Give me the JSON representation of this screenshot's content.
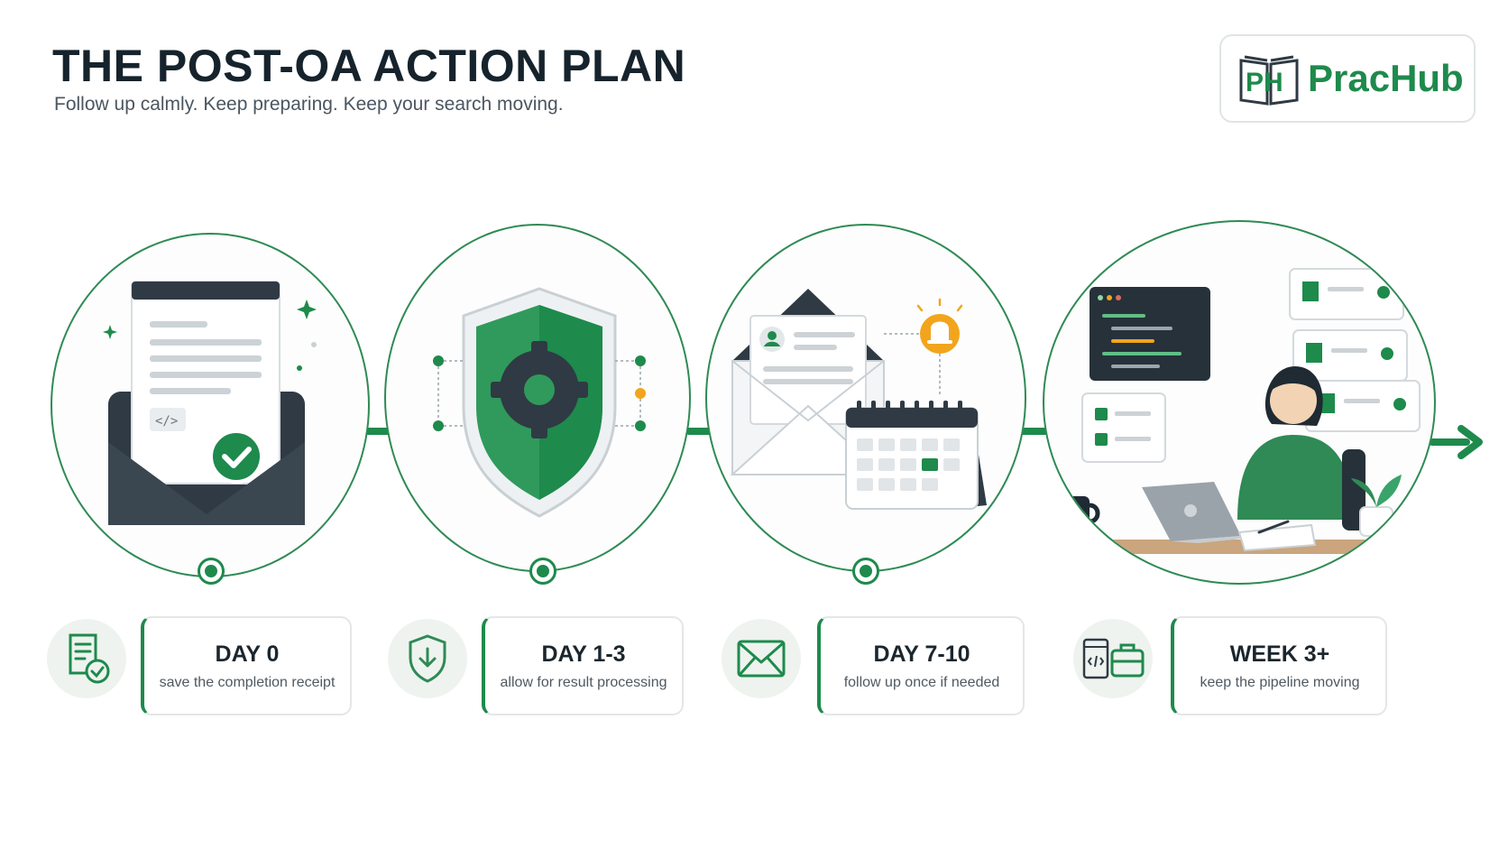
{
  "header": {
    "title": "THE POST-OA ACTION PLAN",
    "subtitle": "Follow up calmly. Keep preparing. Keep your search moving."
  },
  "logo": {
    "text": "PracHub",
    "mark": "PH"
  },
  "colors": {
    "accent": "#1e8a4c",
    "dark": "#2f3a44",
    "alert": "#f2a51c"
  },
  "steps": [
    {
      "title": "DAY 0",
      "description": "save the completion receipt",
      "icon": "receipt-check-icon",
      "illustration": "document-envelope-check"
    },
    {
      "title": "DAY 1-3",
      "description": "allow for result processing",
      "icon": "shield-download-icon",
      "illustration": "shield-gear"
    },
    {
      "title": "DAY 7-10",
      "description": "follow up once if needed",
      "icon": "mail-icon",
      "illustration": "envelope-calendar-bell"
    },
    {
      "title": "WEEK 3+",
      "description": "keep the pipeline moving",
      "icon": "code-briefcase-icon",
      "illustration": "person-laptop-applications"
    }
  ]
}
